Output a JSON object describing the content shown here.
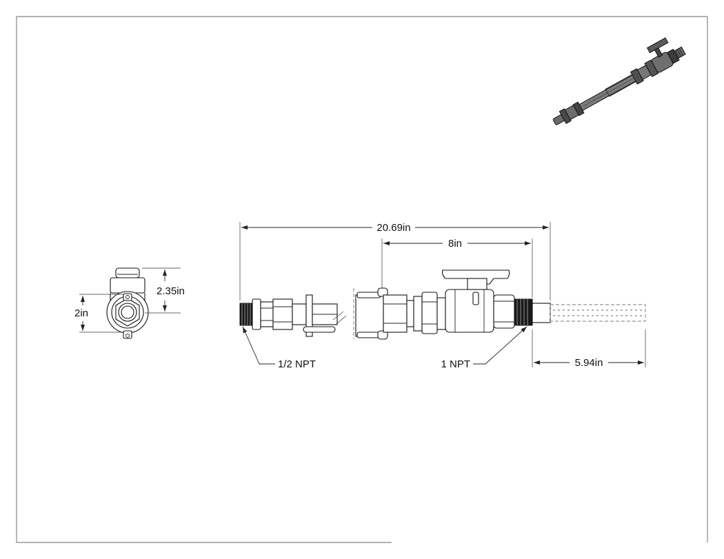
{
  "drawing": {
    "dimensions": {
      "overall_length": "20.69in",
      "valve_to_thread": "8in",
      "extension": "5.94in",
      "end_view_height": "2.35in",
      "end_view_body": "2in"
    },
    "callouts": {
      "inlet_thread": "1/2 NPT",
      "outlet_thread": "1 NPT"
    },
    "colors": {
      "line": "#222222",
      "hidden": "#777777",
      "thread": "#111111"
    }
  }
}
